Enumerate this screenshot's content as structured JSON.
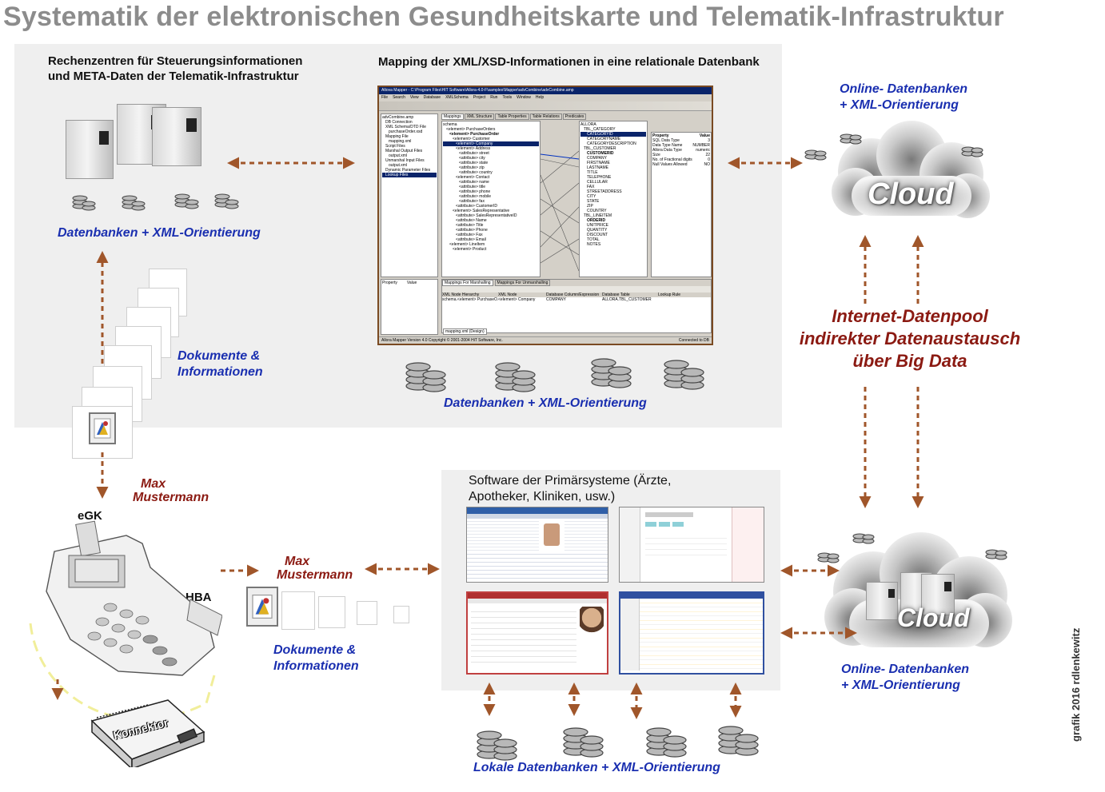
{
  "title": "Systematik der elektronischen Gesundheitskarte und Telematik-Infrastruktur",
  "rz_heading": [
    "Rechenzentren für Steuerungsinformationen",
    "und META-Daten der Telematik-Infrastruktur"
  ],
  "mapping_heading": "Mapping der XML/XSD-Informationen in eine relationale Datenbank",
  "db_xml_label_left": "Datenbanken + XML-Orientierung",
  "db_xml_label_center": "Datenbanken + XML-Orientierung",
  "docs_label_top": [
    "Dokumente &",
    "Informationen"
  ],
  "docs_label_bottom": [
    "Dokumente &",
    "Informationen"
  ],
  "online_db_top": [
    "Online- Datenbanken",
    "+ XML-Orientierung"
  ],
  "online_db_bottom": [
    "Online- Datenbanken",
    "+ XML-Orientierung"
  ],
  "cloud_top": "Cloud",
  "cloud_bottom": "Cloud",
  "pool_label": [
    "Internet-Datenpool",
    "indirekter Datenaustausch",
    "über Big Data"
  ],
  "max_1": [
    "Max",
    "Mustermann"
  ],
  "max_2": [
    "Max",
    "Mustermann"
  ],
  "egk": "eGK",
  "hba": "HBA",
  "konnektor": "Konnektor",
  "software_heading": [
    "Software der Primärsysteme (Ärzte,",
    "Apotheker, Kliniken, usw.)"
  ],
  "local_db_label": "Lokale Datenbanken + XML-Orientierung",
  "credit": "grafik 2016 rdlenkewitz",
  "mapper": {
    "titlebar": "Altova Mapper - C:\\Program Files\\HIT Software\\Allora-4.0-F\\samples\\Mapper\\advCombine\\advCombine.amp",
    "menu": [
      "File",
      "Search",
      "View",
      "Database",
      "XMLSchema",
      "Project",
      "Run",
      "Tools",
      "Window",
      "Help"
    ],
    "tabs": [
      "Mappings",
      "XML Structure",
      "Table Properties",
      "Table Relations",
      "Predicates"
    ],
    "left_tree": [
      "advCombine.amp",
      "DB Connection",
      "XML Schema/DTD File",
      "purchaseOrder.xsd",
      "Mapping File",
      "mapping.xml",
      "Script Files",
      "Marshal Output Files",
      "output.xml",
      "Unmarshal Input Files",
      "output.xml",
      "Dynamic Parameter Files",
      "Lookup Files"
    ],
    "xml_tree": [
      "schema",
      "<element> PurchaseOrders",
      "<element> PurchaseOrder",
      "<element> Customer",
      "<element> Company",
      "<element> Address",
      "<attribute> street",
      "<attribute> city",
      "<attribute> state",
      "<attribute> zip",
      "<attribute> country",
      "<element> Contact",
      "<attribute> name",
      "<attribute> title",
      "<attribute> phone",
      "<attribute> mobile",
      "<attribute> fax",
      "<attribute> CustomerID",
      "<element> SalesRepresentative",
      "<attribute> SalesRepresentativeID",
      "<attribute> Name",
      "<attribute> Title",
      "<attribute> Phone",
      "<attribute> Fax",
      "<attribute> Email",
      "<element> LineItem",
      "<element> Product"
    ],
    "db_tree": [
      "ALLORA",
      "TBL_CATEGORY",
      "CATEGORYID",
      "CATEGORYNAME",
      "CATEGORYDESCRIPTION",
      "TBL_CUSTOMER",
      "CUSTOMERID",
      "COMPANY",
      "FIRSTNAME",
      "LASTNAME",
      "TITLE",
      "TELEPHONE",
      "CELLULAR",
      "FAX",
      "STREETADDRESS",
      "CITY",
      "STATE",
      "ZIP",
      "COUNTRY",
      "TBL_LINEITEM",
      "ORDERID",
      "UNITPRICE",
      "QUANTITY",
      "DISCOUNT",
      "TOTAL",
      "NOTES"
    ],
    "props": [
      [
        "Property",
        "Value"
      ],
      [
        "SQL Data Type",
        "3"
      ],
      [
        "Data Type Name",
        "NUMBER"
      ],
      [
        "Allora Data Type",
        "numeric"
      ],
      [
        "Size",
        "22"
      ],
      [
        "No. of Fractional digits",
        "0"
      ],
      [
        "Null Values Allowed",
        "NO"
      ]
    ],
    "bottom_tabs": [
      "Mappings For Marshalling",
      "Mappings For Unmarshalling"
    ],
    "grid_headers": [
      "XML Node Hierarchy",
      "XML Node",
      "Database Column/Expression",
      "Database Table",
      "Lookup Rule"
    ],
    "grid_row": [
      "schema.<element> PurchaseO...",
      "<element> Company",
      "COMPANY",
      "ALLORA.TBL_CUSTOMER",
      ""
    ],
    "prop_panel": [
      "Property",
      "Value"
    ],
    "footer_tab": "mapping.xml (Design)",
    "status_left": "Allora Mapper Version 4.0   Copyright © 2001-2004 HiT Software, Inc.",
    "status_right": "Connected to DB"
  },
  "colors": {
    "arrow": "#a0562a",
    "blue_label": "#1a2fb0",
    "maroon_label": "#8b1a12",
    "panel": "#efefef",
    "title": "#8c8c8c"
  }
}
